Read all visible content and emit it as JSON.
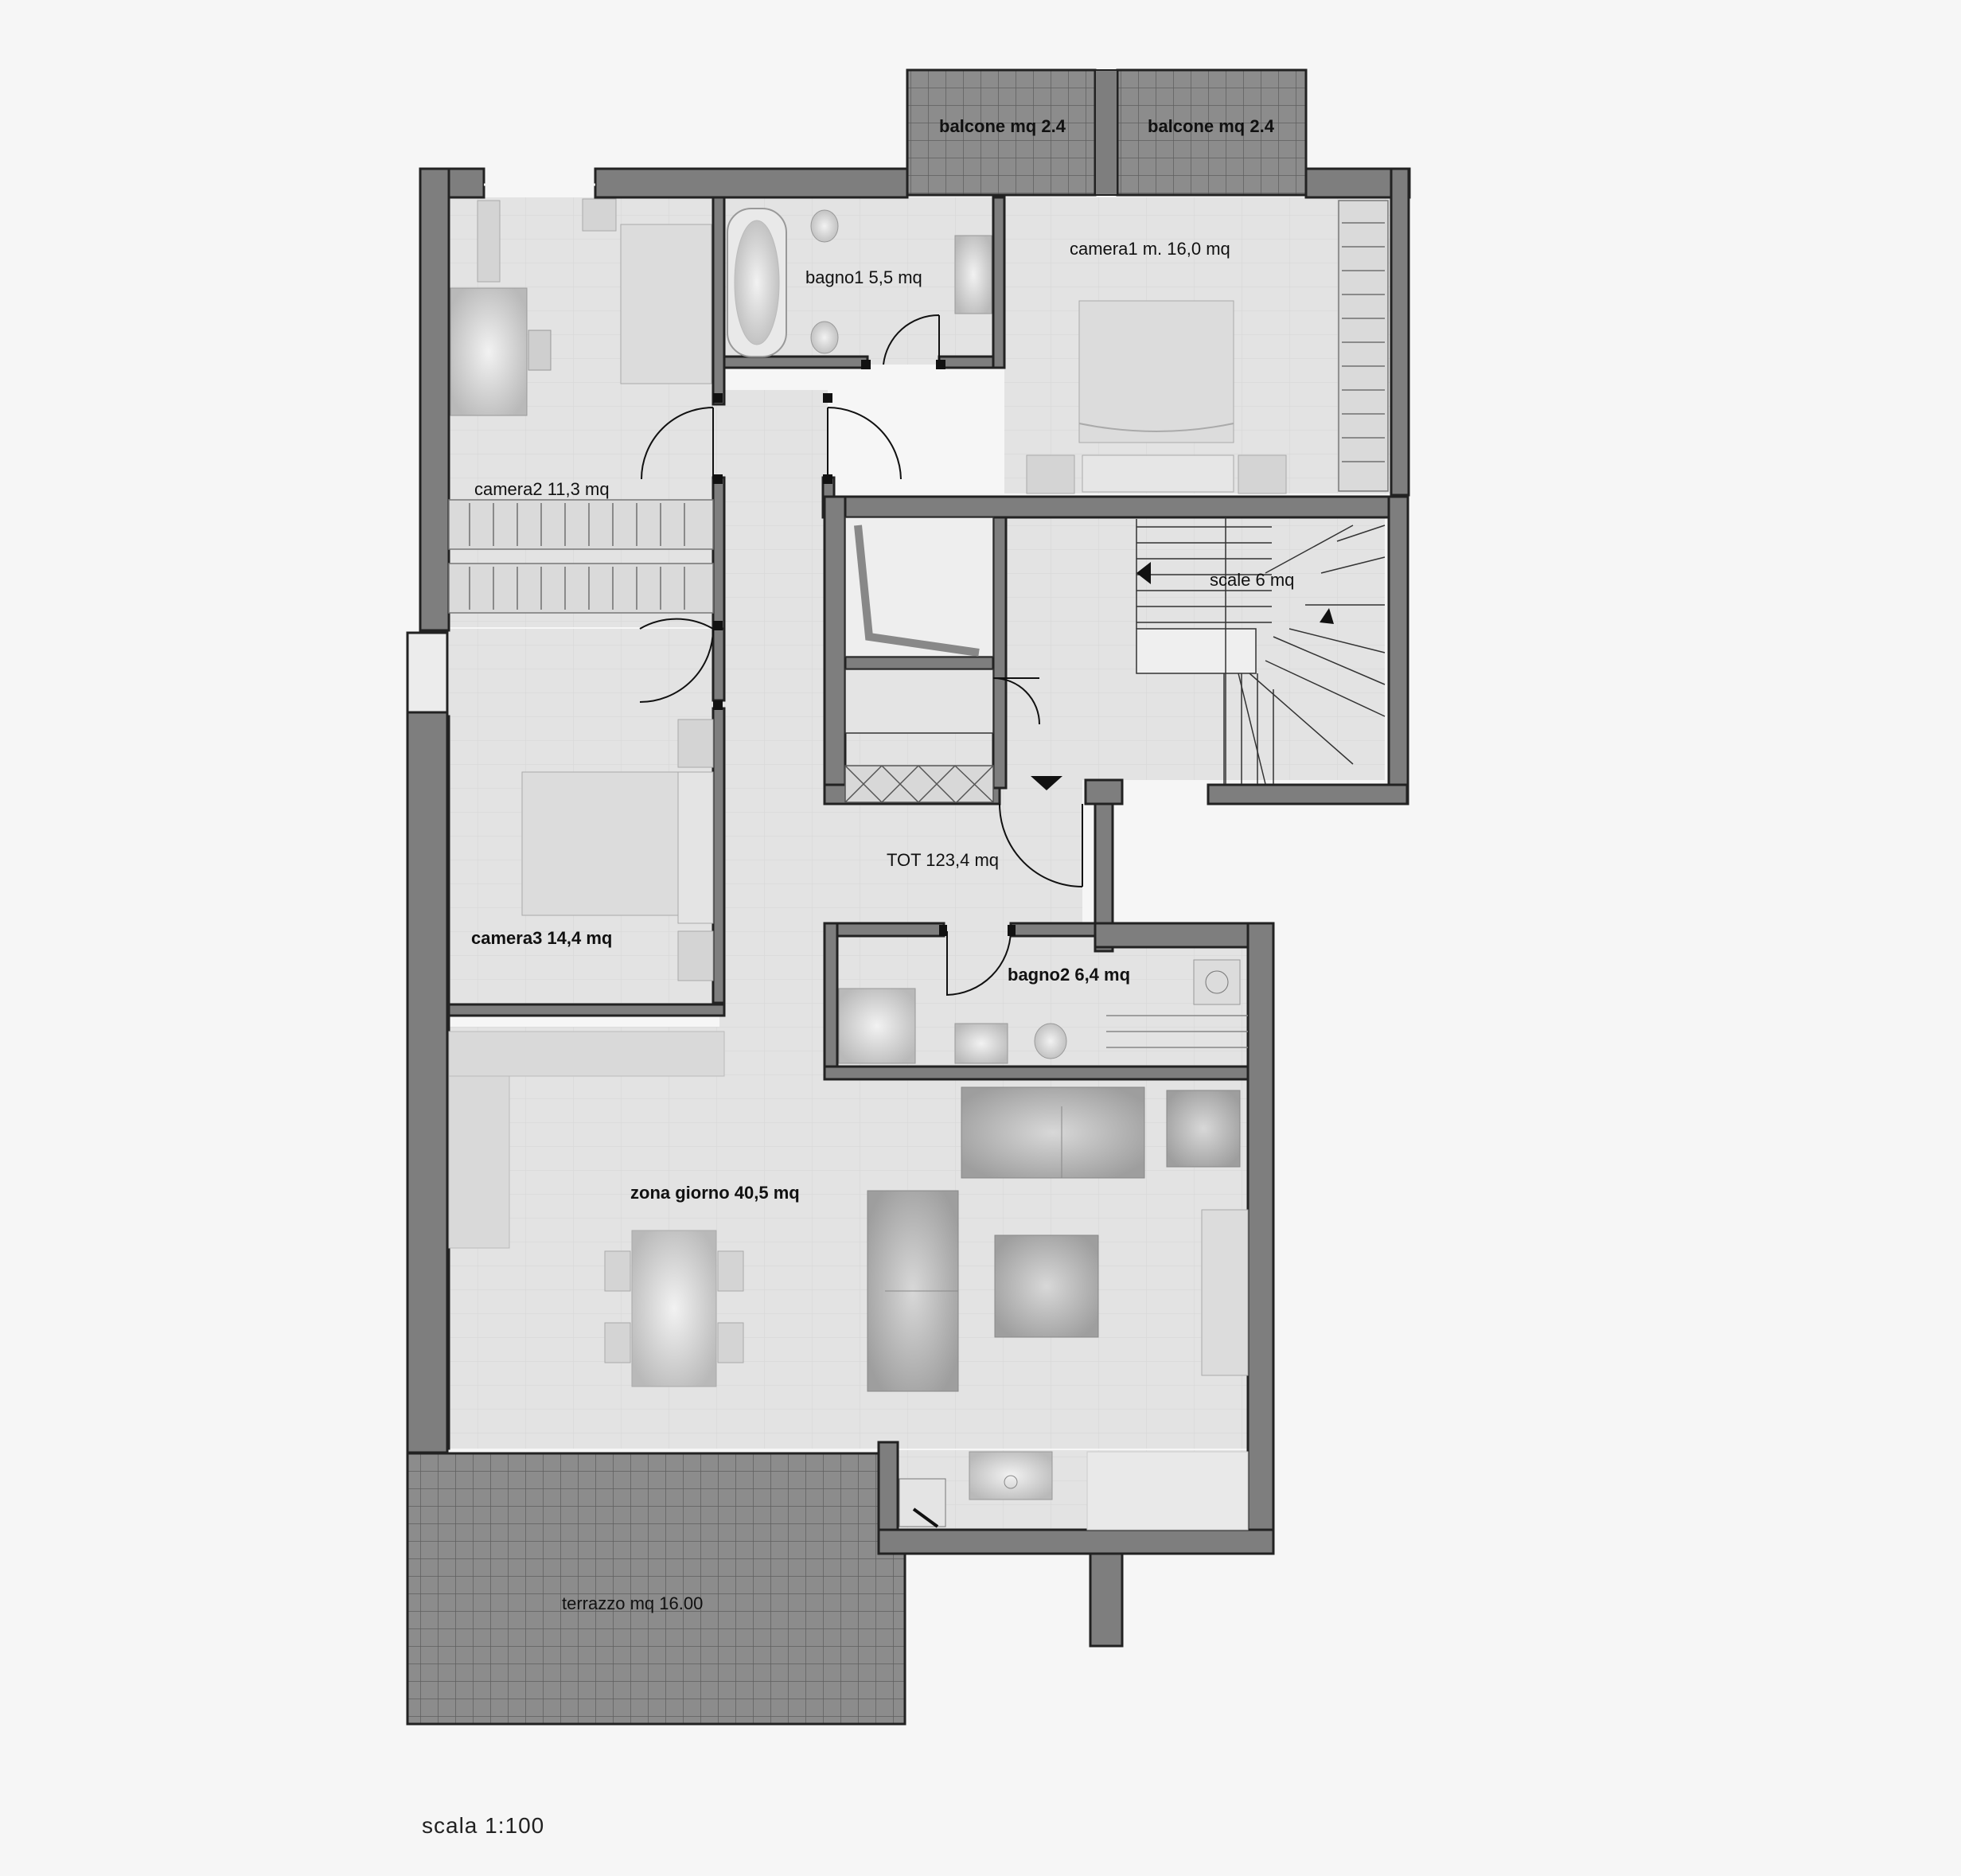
{
  "labels": {
    "balcone_left": "balcone mq 2.4",
    "balcone_right": "balcone mq 2.4",
    "bagno1": "bagno1 5,5 mq",
    "camera1": "camera1 m. 16,0 mq",
    "camera2": "camera2 11,3 mq",
    "scale": "scale 6 mq",
    "camera3": "camera3 14,4 mq",
    "tot": "TOT 123,4 mq",
    "bagno2": "bagno2 6,4 mq",
    "zona_giorno": "zona giorno 40,5 mq",
    "terrazzo": "terrazzo mq 16.00"
  },
  "scale_note": "scala 1:100",
  "colors": {
    "wall": "#7e7e7e",
    "floor": "#e4e4e4",
    "terrace": "#8a8a8a",
    "furniture": "#cfcfcf",
    "paper": "#f6f6f6"
  }
}
